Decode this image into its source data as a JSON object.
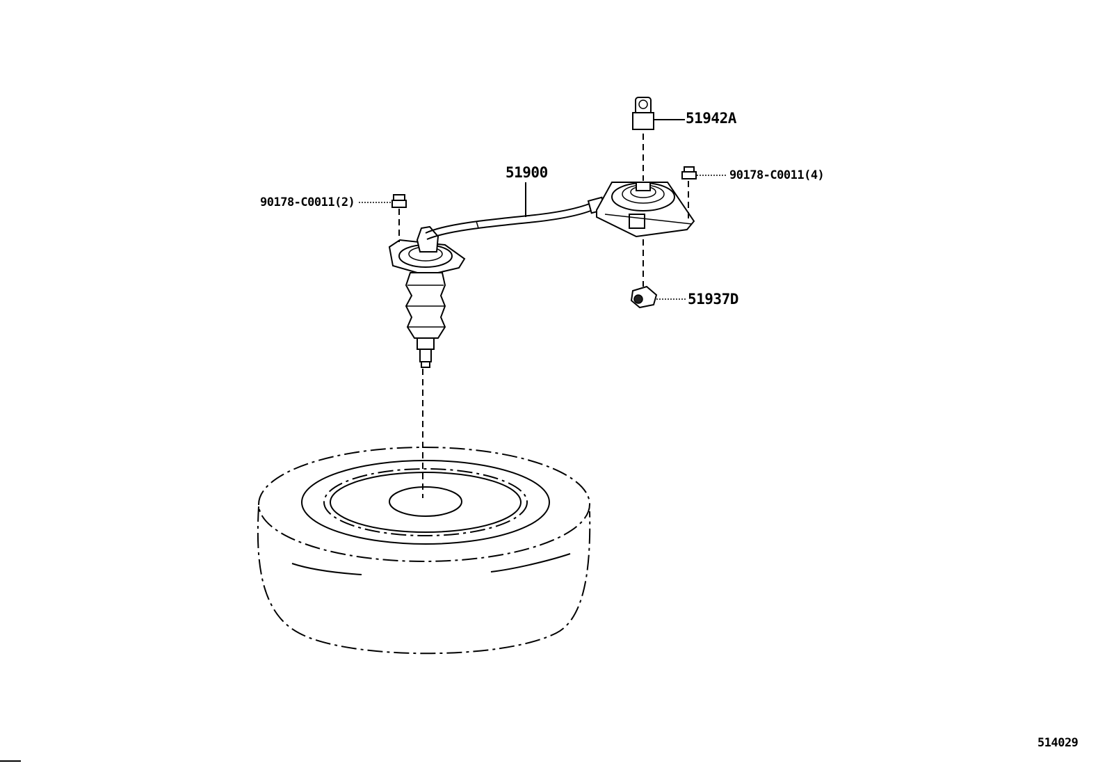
{
  "callouts": {
    "part_51942a": "51942A",
    "part_51900": "51900",
    "part_90178_4": "90178-C0011(4)",
    "part_90178_2": "90178-C0011(2)",
    "part_51937d": "51937D"
  },
  "figure_number": "514029",
  "colors": {
    "line": "#000000",
    "background": "#ffffff"
  }
}
